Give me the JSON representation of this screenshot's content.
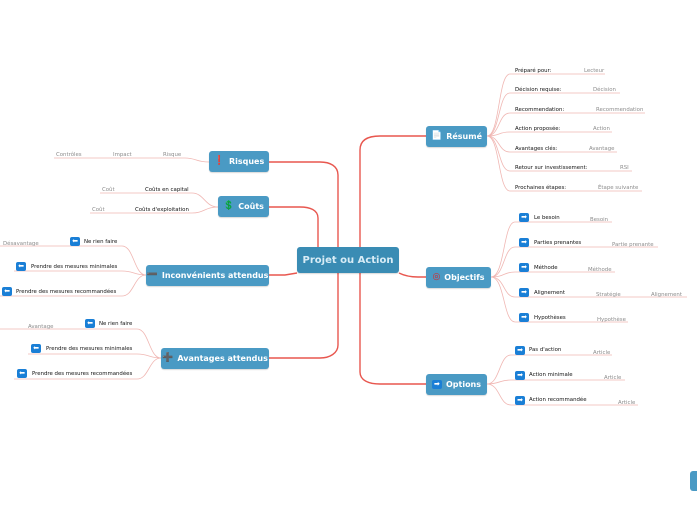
{
  "central": {
    "label": "Projet ou Action"
  },
  "topics": {
    "resume": {
      "label": "Résumé",
      "icon": "document-icon",
      "items": [
        {
          "label": "Préparé pour:",
          "value": "Lecteur"
        },
        {
          "label": "Décision requise:",
          "value": "Décision"
        },
        {
          "label": "Recommendation:",
          "value": "Recommendation"
        },
        {
          "label": "Action proposée:",
          "value": "Action"
        },
        {
          "label": "Avantages clés:",
          "value": "Avantage"
        },
        {
          "label": "Retour sur investissement:",
          "value": "RSI"
        },
        {
          "label": "Prochaines étapes:",
          "value": "Étape suivante"
        }
      ]
    },
    "objectifs": {
      "label": "Objectifs",
      "icon": "target-icon",
      "items": [
        {
          "label": "Le besoin",
          "value": "Besoin"
        },
        {
          "label": "Parties prenantes",
          "value": "Partie prenante"
        },
        {
          "label": "Méthode",
          "value": "Méthode"
        },
        {
          "label": "Alignement",
          "value": "Stratégie",
          "value2": "Alignement"
        },
        {
          "label": "Hypothèses",
          "value": "Hypothèse"
        }
      ]
    },
    "options": {
      "label": "Options",
      "icon": "arrow-right-icon",
      "items": [
        {
          "label": "Pas d'action",
          "value": "Article"
        },
        {
          "label": "Action minimale",
          "value": "Article"
        },
        {
          "label": "Action recommandée",
          "value": "Article"
        }
      ]
    },
    "risques": {
      "label": "Risques",
      "icon": "exclamation-icon",
      "chain": [
        "Contrôles",
        "Impact",
        "Risque"
      ]
    },
    "couts": {
      "label": "Coûts",
      "icon": "dollar-icon",
      "items": [
        {
          "label": "Coûts en capital",
          "value": "Coût"
        },
        {
          "label": "Coûts d'exploitation",
          "value": "Coût"
        }
      ]
    },
    "inconvenients": {
      "label": "Inconvénients attendus",
      "icon": "minus-icon",
      "items": [
        {
          "label": "Ne rien faire",
          "value": "Désavantage"
        },
        {
          "label": "Prendre des mesures minimales",
          "value": ""
        },
        {
          "label": "Prendre des mesures recommandées",
          "value": ""
        }
      ]
    },
    "avantages": {
      "label": "Avantages attendus",
      "icon": "plus-icon",
      "items": [
        {
          "label": "Ne rien faire",
          "value": "Avantage"
        },
        {
          "label": "Prendre des mesures minimales",
          "value": ""
        },
        {
          "label": "Prendre des mesures recommandées",
          "value": ""
        }
      ]
    }
  },
  "colors": {
    "node": "#4a9ac4",
    "central": "#3a8cb4",
    "link": "#e8574f",
    "leafLine": "#f0b7b3",
    "arrowIcon": "#1a7fd6"
  }
}
